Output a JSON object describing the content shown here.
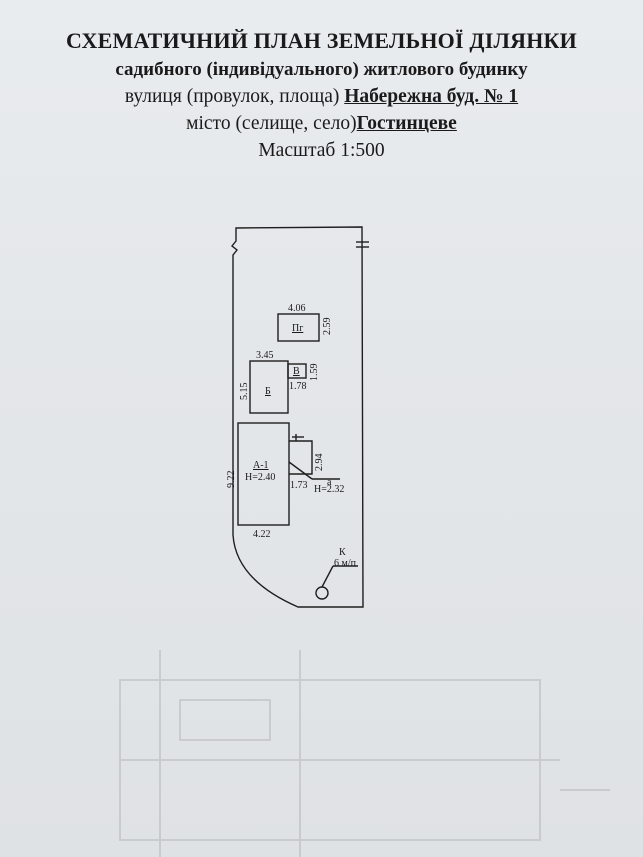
{
  "header": {
    "title": "СХЕМАТИЧНИЙ ПЛАН ЗЕМЕЛЬНОЇ ДІЛЯНКИ",
    "subtitle": "садибного (індивідуального) житлового будинку",
    "street_label": "вулиця (провулок, площа)",
    "street_value": "Набережна буд. № 1",
    "city_label": "місто (селище, село)",
    "city_value": "Гостинцеве",
    "scale": "Масштаб 1:500"
  },
  "plan": {
    "garage": {
      "label": "Пг",
      "width": "4.06",
      "depth": "2.59"
    },
    "shed_b": {
      "label": "Б",
      "width": "3.45",
      "depth": "5.15"
    },
    "shed_v": {
      "label": "В",
      "width": "1.78",
      "depth": "1.59"
    },
    "house": {
      "label": "А-1",
      "height": "Н=2.40",
      "width": "4.22",
      "depth": "9.22"
    },
    "porch": {
      "label": "а",
      "height": "Н=2.32",
      "width": "1.73",
      "depth": "2.94"
    },
    "well": {
      "label": "К",
      "depth": "6 м/п"
    }
  }
}
